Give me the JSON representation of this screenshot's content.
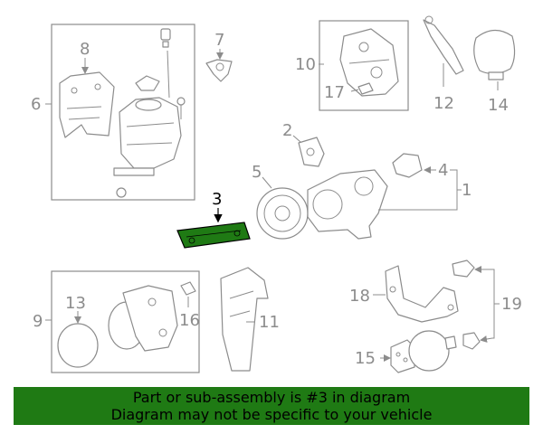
{
  "diagram": {
    "callouts": {
      "c1": "1",
      "c2": "2",
      "c3": "3",
      "c4": "4",
      "c5": "5",
      "c6": "6",
      "c7": "7",
      "c8": "8",
      "c9": "9",
      "c10": "10",
      "c11": "11",
      "c12": "12",
      "c13": "13",
      "c14": "14",
      "c15": "15",
      "c16": "16",
      "c17": "17",
      "c18": "18",
      "c19": "19"
    },
    "highlighted_part": "3",
    "highlight_color": "#1f7a14",
    "line_color": "#8c8c8c"
  },
  "banner": {
    "line1": "Part or sub-assembly is #3 in diagram",
    "line2": "Diagram may not be specific to your vehicle",
    "background_color": "#1f7a14"
  }
}
